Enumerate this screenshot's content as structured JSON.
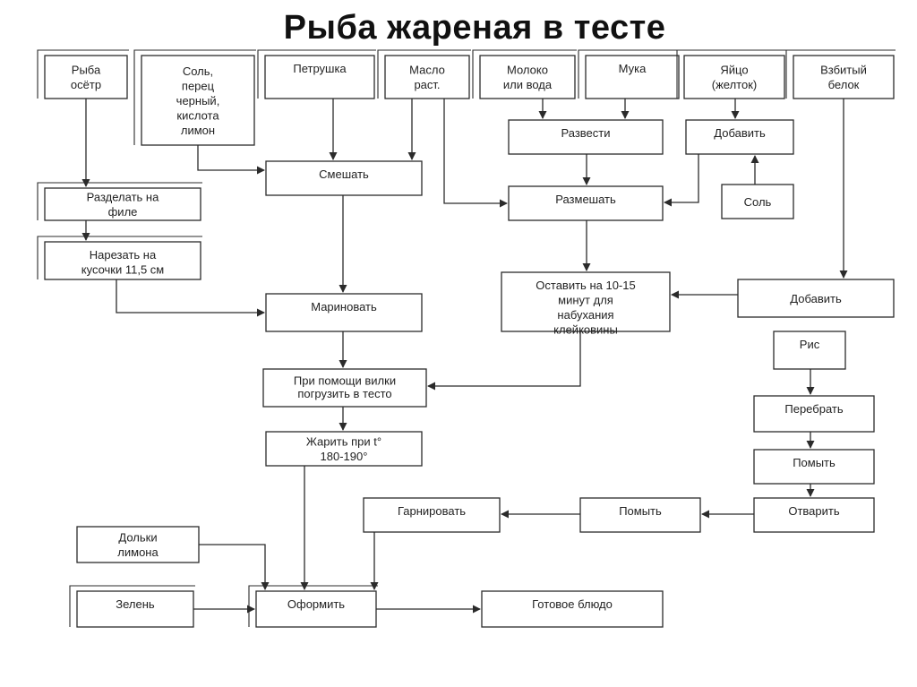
{
  "title": "Рыба жареная  в тесте",
  "nodes": {
    "fish": {
      "label": "Рыба осётр"
    },
    "salt_pepper": {
      "label": "Соль, перец черный, кислота лимон"
    },
    "parsley": {
      "label": "Петрушка"
    },
    "oil": {
      "label": "Масло раст."
    },
    "milk": {
      "label": "Молоко или вода"
    },
    "flour": {
      "label": "Мука"
    },
    "egg": {
      "label": "Яйцо (желток)"
    },
    "whipped": {
      "label": "Взбитый белок"
    },
    "dilute": {
      "label": "Развести"
    },
    "add_yolk": {
      "label": "Добавить"
    },
    "mix": {
      "label": "Смешать"
    },
    "stir": {
      "label": "Размешать"
    },
    "salt": {
      "label": "Соль"
    },
    "fillet": {
      "label": "Разделать на филе"
    },
    "cut": {
      "label": "Нарезать на кусочки 11,5 см"
    },
    "marinate": {
      "label": "Мариновать"
    },
    "leave": {
      "label": "Оставить на 10-15 минут для набухания клейковины"
    },
    "add_white": {
      "label": "Добавить"
    },
    "rice": {
      "label": "Рис"
    },
    "fork": {
      "label": "При помощи вилки погрузить в тесто"
    },
    "sort": {
      "label": "Перебрать"
    },
    "fry": {
      "label": "Жарить при  t° 180-190°"
    },
    "wash1": {
      "label": "Помыть"
    },
    "garnish": {
      "label": "Гарнировать"
    },
    "wash2": {
      "label": "Помыть"
    },
    "boil": {
      "label": "Отварить"
    },
    "lemon": {
      "label": "Дольки лимона"
    },
    "greens": {
      "label": "Зелень"
    },
    "serve": {
      "label": "Оформить"
    },
    "dish": {
      "label": "Готовое блюдо"
    }
  }
}
